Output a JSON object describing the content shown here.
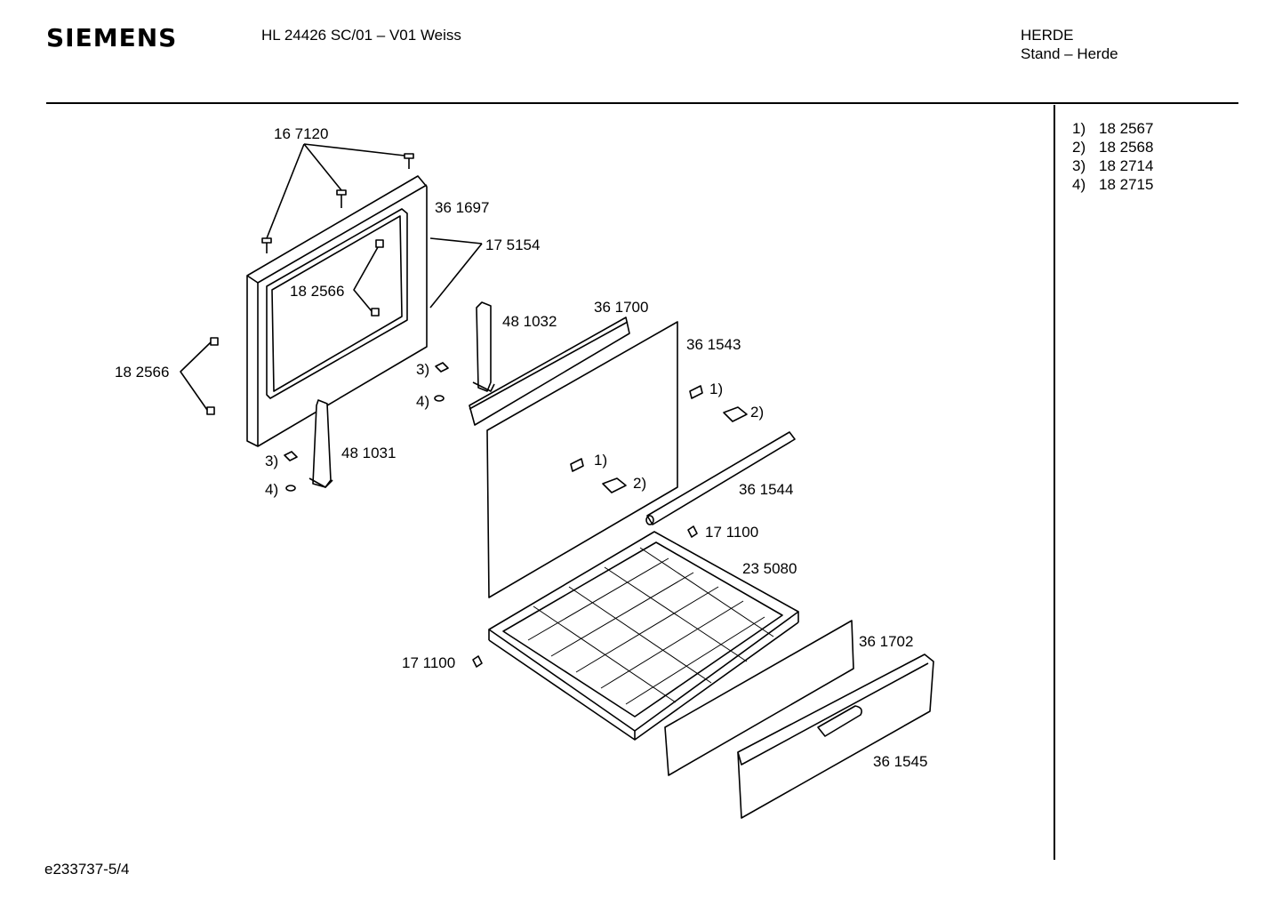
{
  "header": {
    "brand": "SIEMENS",
    "model": "HL 24426 SC/01 – V01 Weiss",
    "category": "HERDE",
    "subcategory": "Stand – Herde"
  },
  "footer": {
    "code": "e233737-5/4"
  },
  "notes": [
    {
      "key": "1)",
      "value": "18 2567"
    },
    {
      "key": "2)",
      "value": "18 2568"
    },
    {
      "key": "3)",
      "value": "18 2714"
    },
    {
      "key": "4)",
      "value": "18 2715"
    }
  ],
  "labels": {
    "screw_top": "16 7120",
    "door_frame": "36 1697",
    "clip": "17 5154",
    "screw_inner": "18 2566",
    "screw_left": "18 2566",
    "hinge_right": "48 1032",
    "rail": "36 1700",
    "panel": "36 1543",
    "hinge_left": "48 1031",
    "rod": "36 1544",
    "foot_top": "17 1100",
    "tray": "23 5080",
    "foot_left": "17 1100",
    "front_panel": "36 1702",
    "drawer": "36 1545",
    "ref1a": "1)",
    "ref2a": "2)",
    "ref1b": "1)",
    "ref2b": "2)",
    "ref3a": "3)",
    "ref4a": "4)",
    "ref3b": "3)",
    "ref4b": "4)"
  },
  "colors": {
    "line": "#000000",
    "background": "#ffffff"
  }
}
